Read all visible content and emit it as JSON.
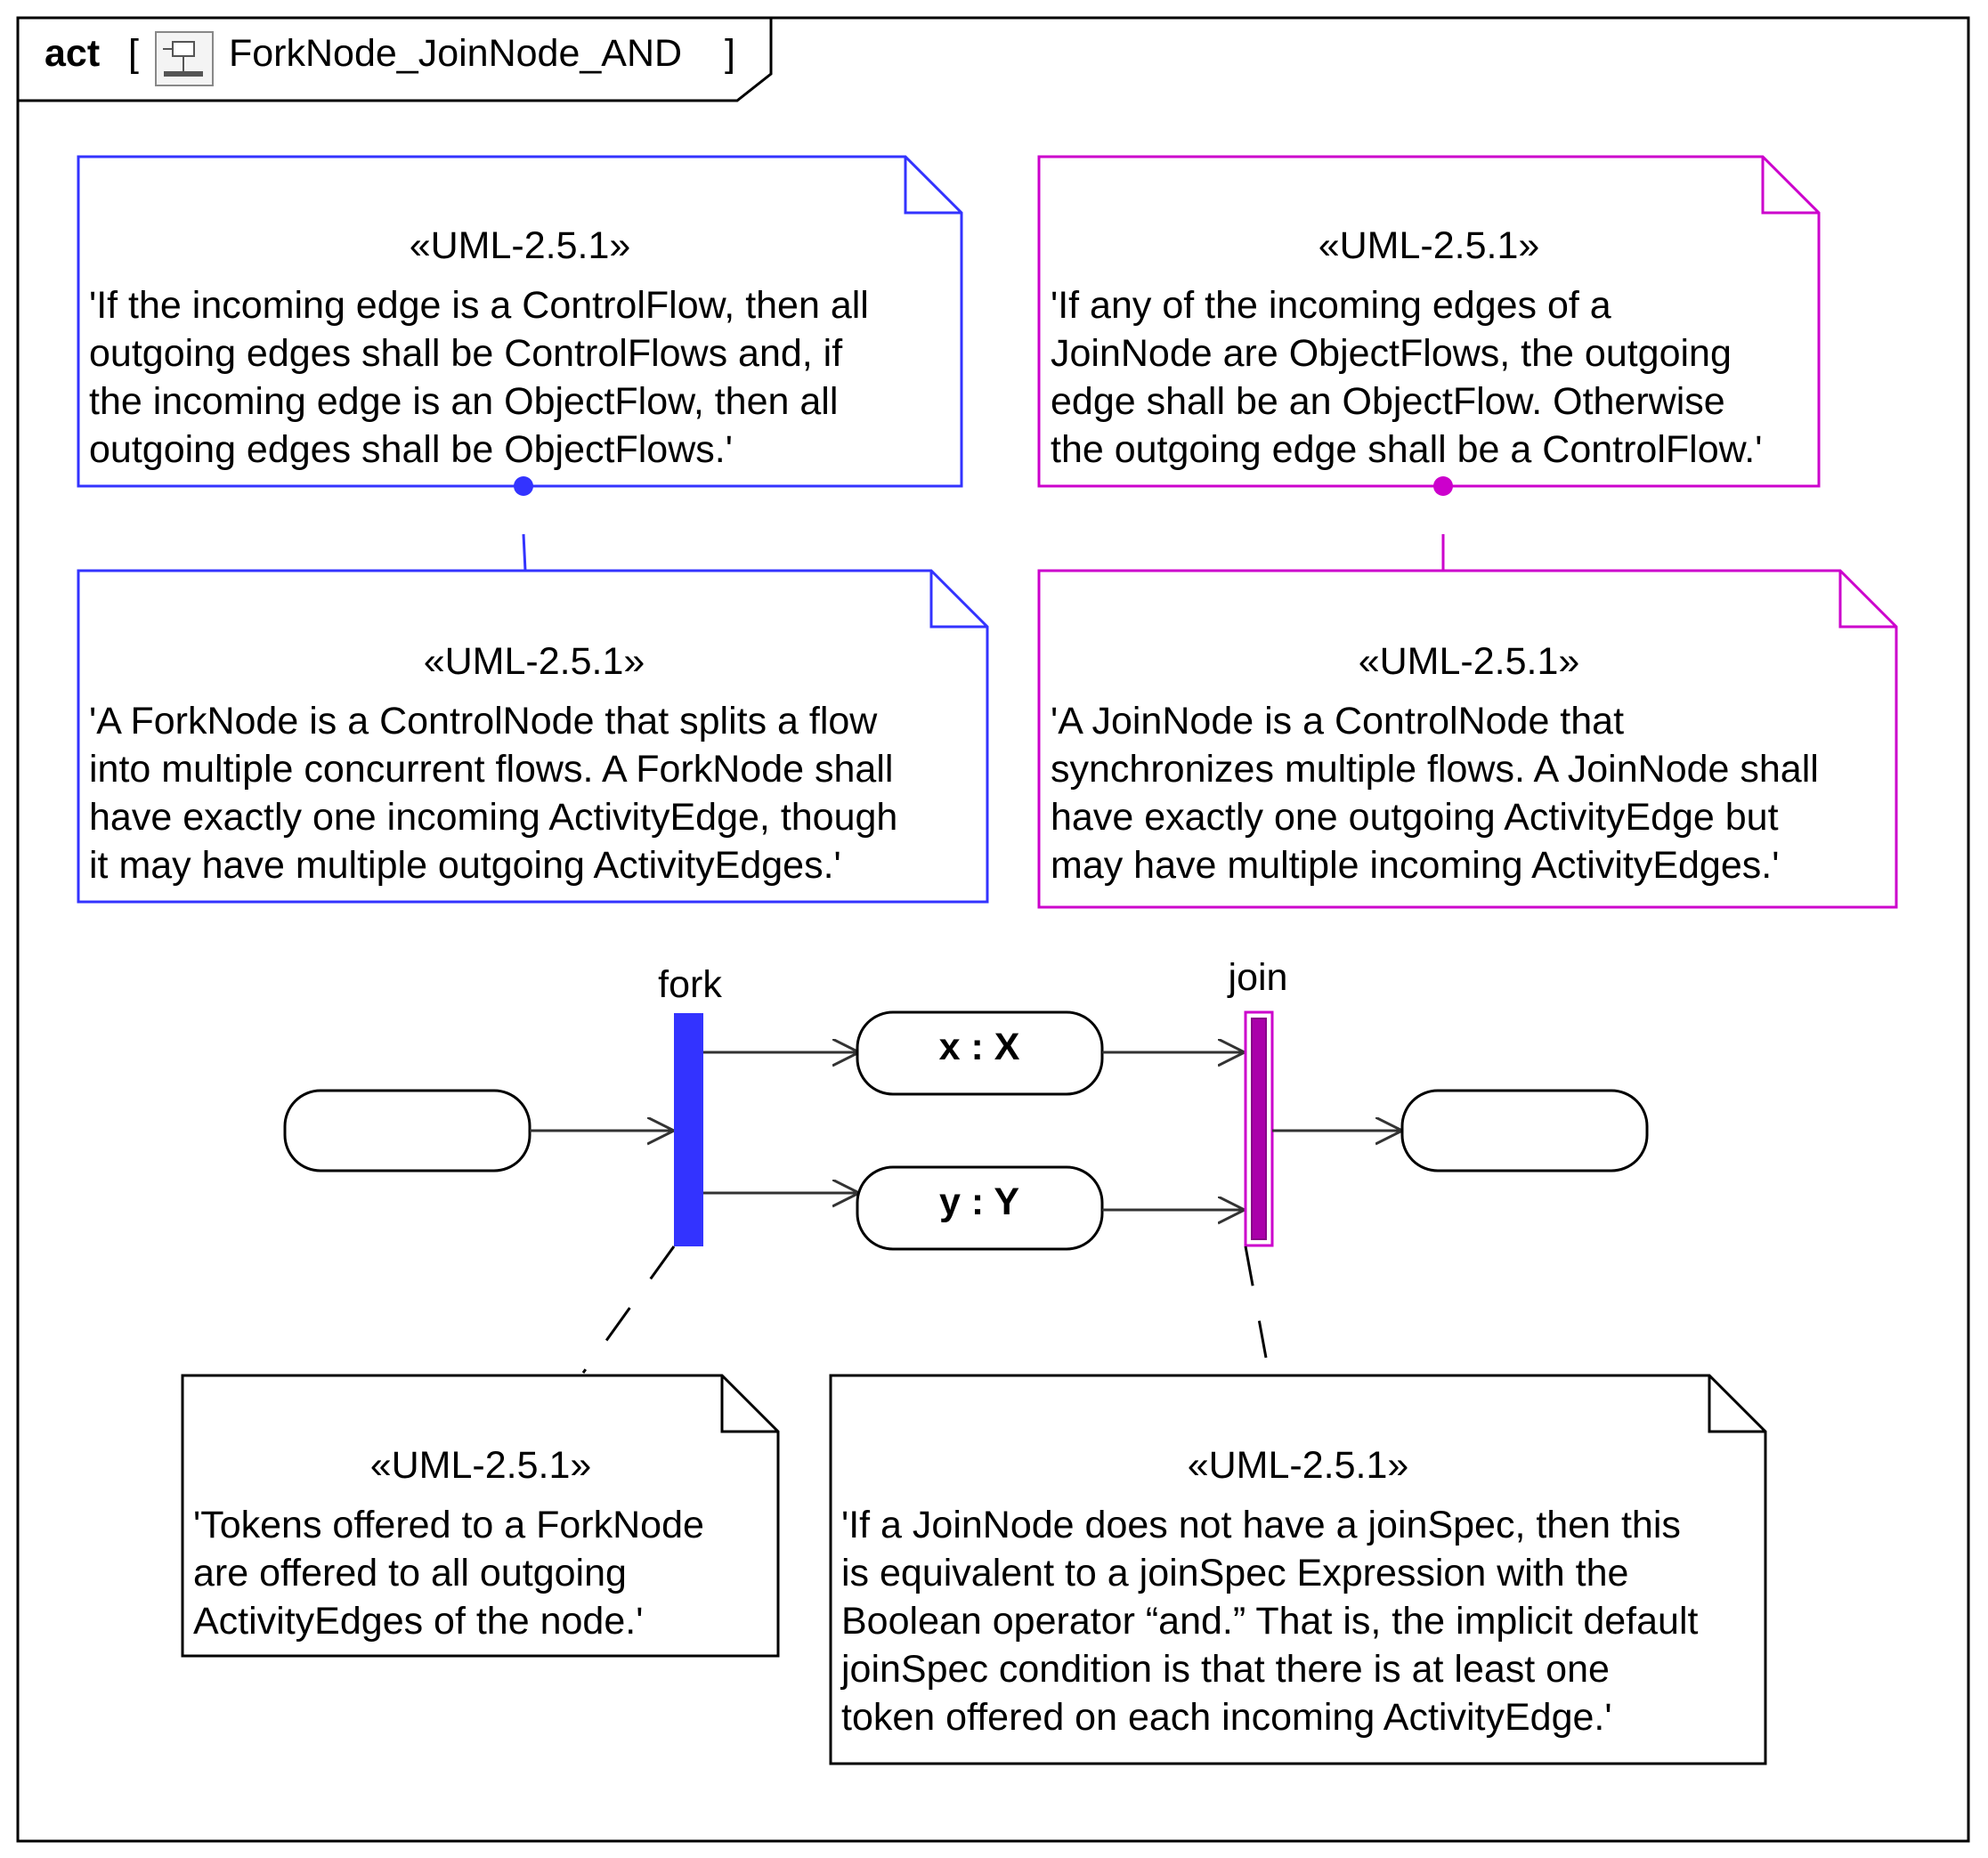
{
  "frame": {
    "kind": "act",
    "bracket_open": "[",
    "title": "ForkNode_JoinNode_AND",
    "bracket_close": "]"
  },
  "colors": {
    "fork": "#3333ff",
    "join": "#cc00cc",
    "plain": "#000000"
  },
  "notes": {
    "fork_rule": {
      "stereotype": "«UML-2.5.1»",
      "lines": [
        "'If the incoming edge is a ControlFlow, then all",
        "outgoing edges shall be ControlFlows and, if",
        "the incoming edge is an ObjectFlow, then all",
        "outgoing edges shall be ObjectFlows.'"
      ]
    },
    "join_rule": {
      "stereotype": "«UML-2.5.1»",
      "lines": [
        "'If any of the incoming edges of a",
        "JoinNode are ObjectFlows, the outgoing",
        "edge shall be an ObjectFlow. Otherwise",
        "the outgoing edge shall be a ControlFlow.'"
      ]
    },
    "fork_def": {
      "stereotype": "«UML-2.5.1»",
      "lines": [
        "'A ForkNode is a ControlNode that splits a flow",
        "into multiple concurrent flows. A ForkNode shall",
        "have exactly one incoming ActivityEdge, though",
        "it may have multiple outgoing ActivityEdges.'"
      ]
    },
    "join_def": {
      "stereotype": "«UML-2.5.1»",
      "lines": [
        "'A JoinNode is a ControlNode that",
        "synchronizes multiple flows. A JoinNode shall",
        "have exactly one outgoing ActivityEdge but",
        "may have multiple incoming ActivityEdges.'"
      ]
    },
    "fork_tokens": {
      "stereotype": "«UML-2.5.1»",
      "lines": [
        "'Tokens offered to a ForkNode",
        "are offered to all outgoing",
        "ActivityEdges of the node.'"
      ]
    },
    "join_spec": {
      "stereotype": "«UML-2.5.1»",
      "lines": [
        "'If a JoinNode does not have a joinSpec, then this",
        "is equivalent to a joinSpec Expression with the",
        "Boolean operator “and.” That is, the implicit default",
        "joinSpec condition is that there is at least one",
        "token offered on each incoming ActivityEdge.'"
      ]
    }
  },
  "nodes": {
    "fork_label": "fork",
    "join_label": "join",
    "object_x": "x : X",
    "object_y": "y : Y"
  }
}
